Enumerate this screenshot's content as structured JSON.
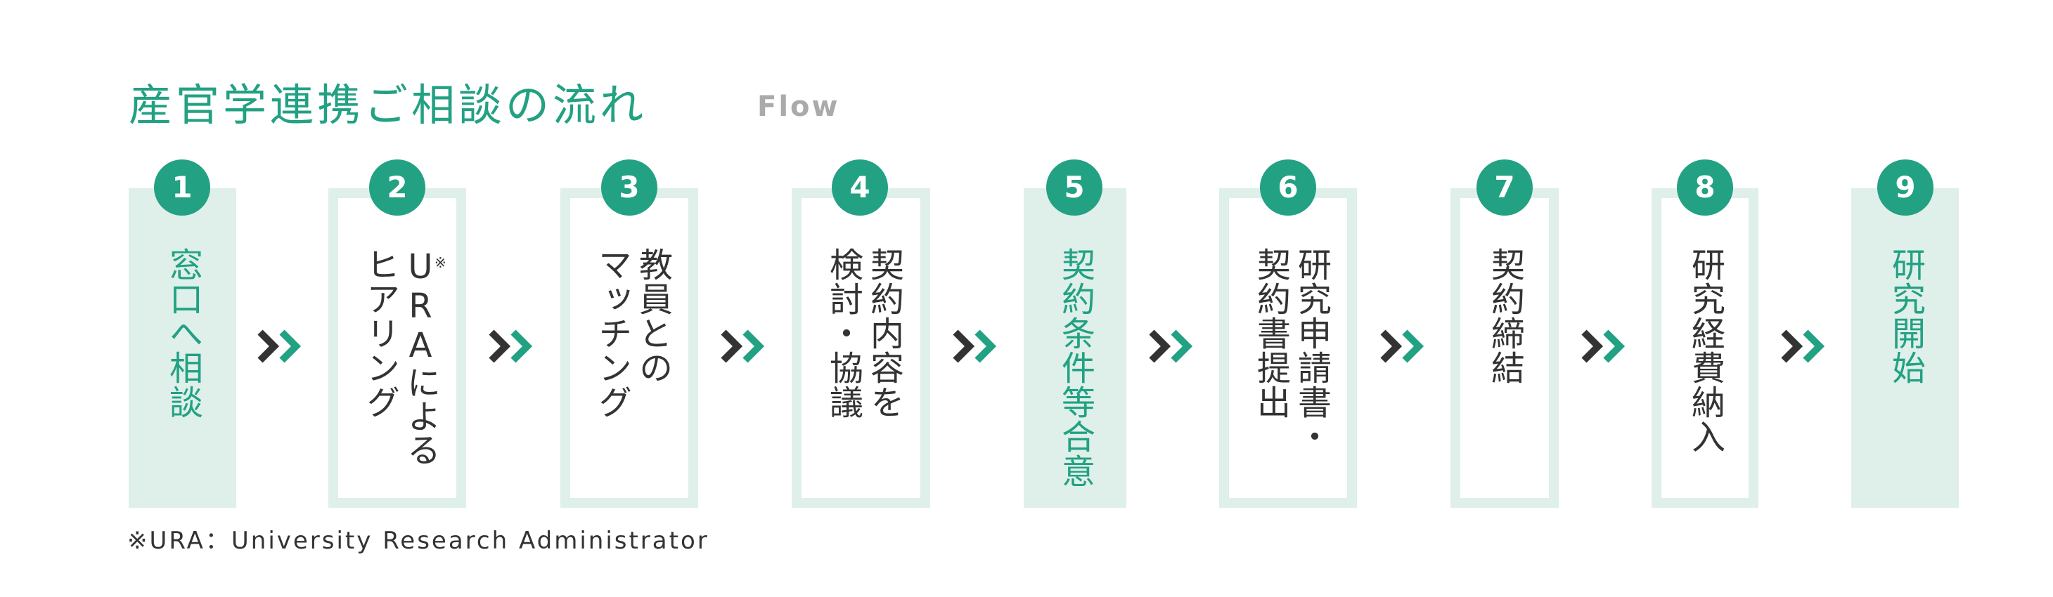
{
  "header": {
    "title": "産官学連携ご相談の流れ",
    "subtitle": "Flow"
  },
  "steps": [
    {
      "number": "1",
      "lines": [
        "窓口へ相談"
      ]
    },
    {
      "number": "2",
      "lines": [
        "URA",
        "ヒアリング"
      ],
      "line1_suffix": "による",
      "note_mark": "※"
    },
    {
      "number": "3",
      "lines": [
        "教員との",
        "マッチング"
      ]
    },
    {
      "number": "4",
      "lines": [
        "契約内容を",
        "検討・協議"
      ]
    },
    {
      "number": "5",
      "lines": [
        "契約条件等合意"
      ]
    },
    {
      "number": "6",
      "lines": [
        "研究申請書・",
        "契約書提出"
      ]
    },
    {
      "number": "7",
      "lines": [
        "契約締結"
      ]
    },
    {
      "number": "8",
      "lines": [
        "研究経費納入"
      ]
    },
    {
      "number": "9",
      "lines": [
        "研究開始"
      ]
    }
  ],
  "footnote": "※URA：University Research Administrator",
  "colors": {
    "accent": "#22a183",
    "box_fill": "#dfefe9",
    "text": "#333333",
    "chevron_dark": "#333333",
    "subtitle": "#aaaaaa"
  },
  "icons": {
    "arrow": "double-chevron-right-icon"
  }
}
